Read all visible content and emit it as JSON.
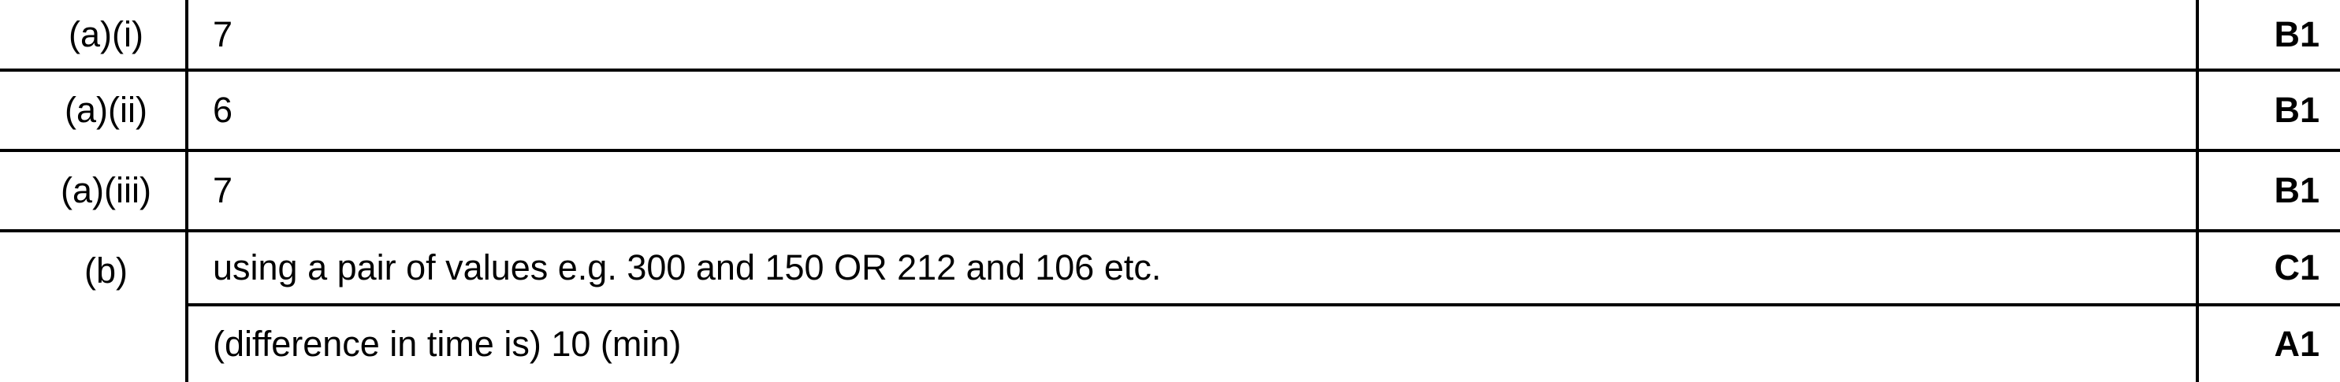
{
  "table": {
    "rows": [
      {
        "part": "(a)(i)",
        "answer": "7",
        "mark": "B1"
      },
      {
        "part": "(a)(ii)",
        "answer": "6",
        "mark": "B1"
      },
      {
        "part": "(a)(iii)",
        "answer": "7",
        "mark": "B1"
      },
      {
        "part": "(b)",
        "answer": "using a pair of values e.g. 300 and 150 OR 212 and 106 etc.",
        "mark": "C1"
      },
      {
        "part": "",
        "answer": "(difference in time is) 10 (min)",
        "mark": "A1"
      }
    ],
    "colors": {
      "text": "#000000",
      "background": "#ffffff",
      "rule": "#000000"
    }
  }
}
